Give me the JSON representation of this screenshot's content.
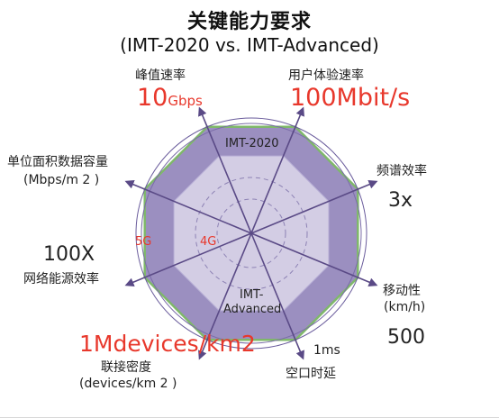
{
  "title": "关键能力要求",
  "subtitle": "(IMT-2020 vs. IMT-Advanced)",
  "colors": {
    "imt2020_fill": "#9b8fc0",
    "imt2020_border": "#7fb86a",
    "imt_advanced_fill": "#d3cde4",
    "axis": "#5a4a86",
    "highlight": "#e8382c"
  },
  "chart_data": {
    "type": "radar",
    "axes": [
      {
        "name": "峰值速率",
        "value_imt2020": "10Gbps",
        "value_imt2020_main": "10",
        "value_imt2020_unit": "Gbps"
      },
      {
        "name": "用户体验速率",
        "value_imt2020": "100Mbit/s"
      },
      {
        "name": "频谱效率",
        "value_imt2020": "3x"
      },
      {
        "name": "移动性",
        "unit": "(km/h)",
        "value_imt2020": "500"
      },
      {
        "name": "空口时延",
        "value_imt2020": "1ms"
      },
      {
        "name": "联接密度",
        "unit": "(devices/km 2 )",
        "value_imt2020": "1Mdevices/km2"
      },
      {
        "name": "网络能源效率",
        "value_imt2020": "100X"
      },
      {
        "name": "单位面积数据容量",
        "unit": "(Mbps/m 2 )",
        "value_imt2020": ""
      }
    ],
    "series": [
      {
        "name": "IMT-2020"
      },
      {
        "name": "IMT-Advanced",
        "line1": "IMT-",
        "line2": "Advanced"
      }
    ],
    "inner_labels": {
      "advanced_tag": "4G",
      "imt2020_tag": "5G"
    }
  }
}
